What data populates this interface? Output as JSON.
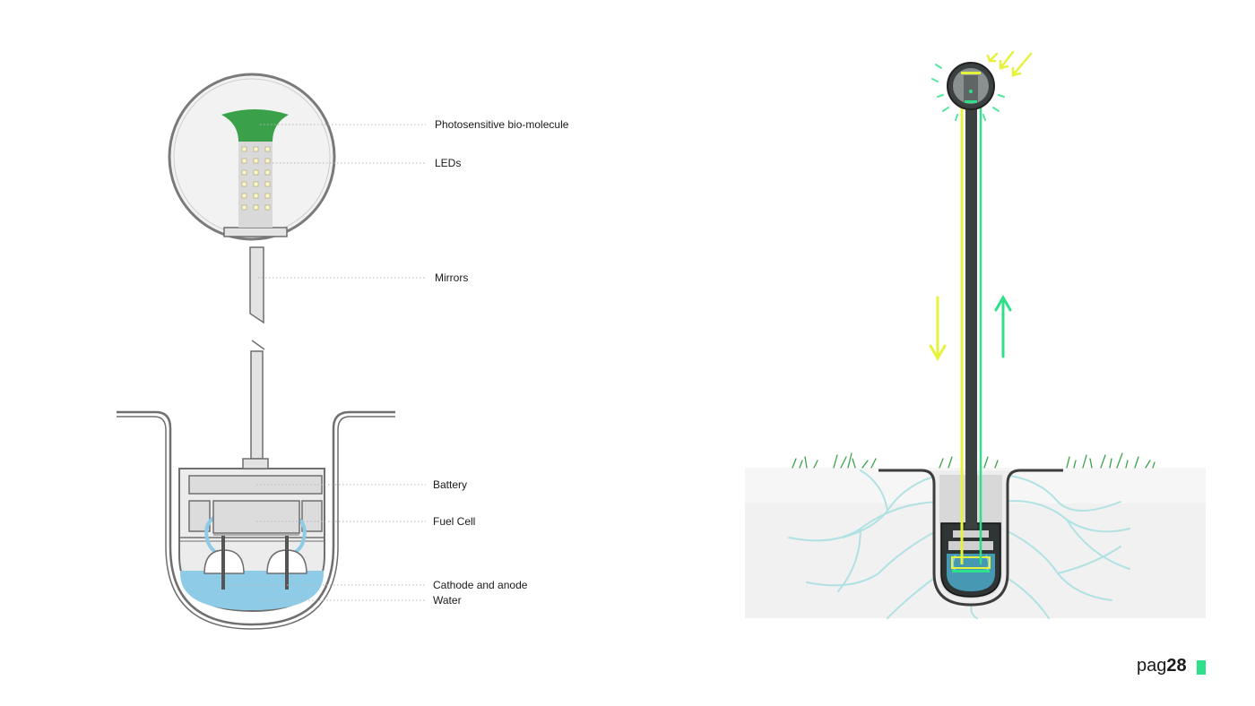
{
  "labels": {
    "bio_molecule": "Photosensitive bio-molecule",
    "leds": "LEDs",
    "mirrors": "Mirrors",
    "battery": "Battery",
    "fuel_cell": "Fuel Cell",
    "cathode_anode": "Cathode and anode",
    "water": "Water"
  },
  "page": {
    "prefix": "pag",
    "number": "28"
  },
  "colors": {
    "accent_green": "#2fe08a",
    "bio_green": "#3aa14a",
    "water_blue": "#8ecbe6",
    "light_yellow": "#e6f23c",
    "outline_gray": "#6f6f6f",
    "fill_gray": "#e4e4e4"
  }
}
